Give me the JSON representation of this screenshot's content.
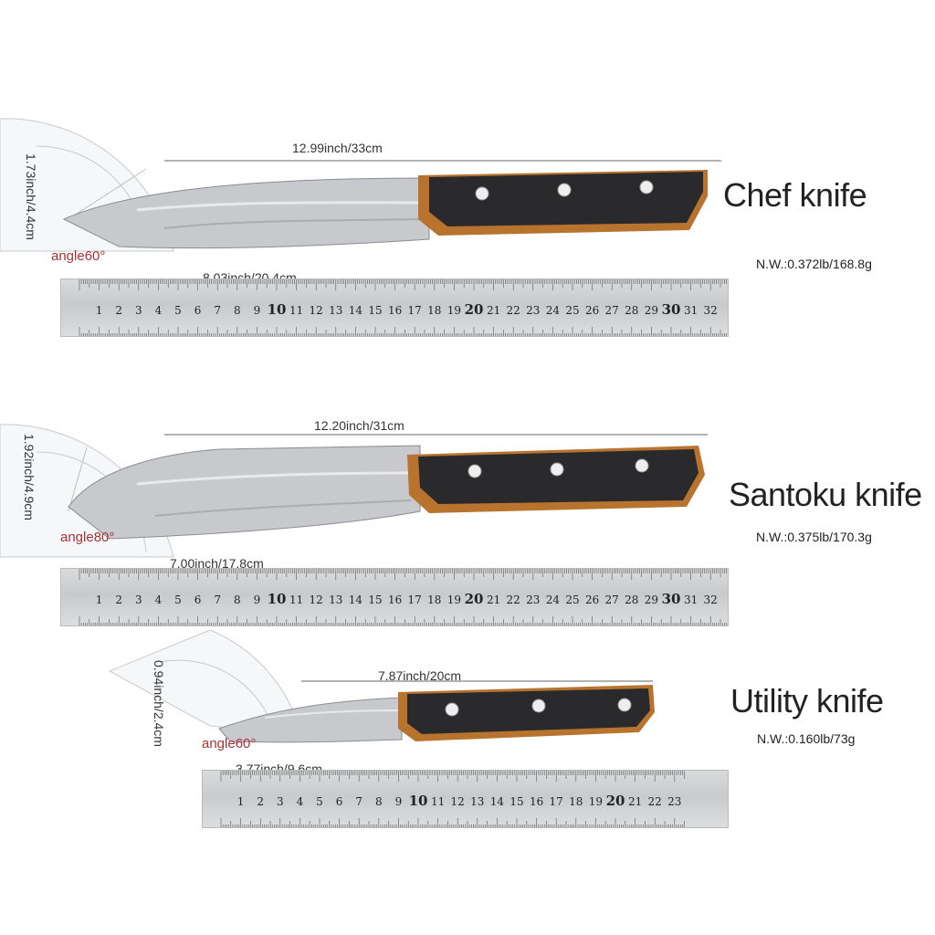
{
  "knives": [
    {
      "name": "Chef knife",
      "net_weight": "N.W.:0.372lb/168.8g",
      "total_length": "12.99inch/33cm",
      "blade_length": "8.03inch/20.4cm",
      "blade_height": "1.73inch/4.4cm",
      "angle": "angle60°",
      "ruler_max": 33
    },
    {
      "name": "Santoku knife",
      "net_weight": "N.W.:0.375lb/170.3g",
      "total_length": "12.20inch/31cm",
      "blade_length": "7.00inch/17.8cm",
      "blade_height": "1.92inch/4.9cm",
      "angle": "angle80°",
      "ruler_max": 33
    },
    {
      "name": "Utility knife",
      "net_weight": "N.W.:0.160lb/73g",
      "total_length": "7.87inch/20cm",
      "blade_length": "3.77inch/9.6cm",
      "blade_height": "0.94inch/2.4cm",
      "angle": "angle60°",
      "ruler_max": 23
    }
  ],
  "colors": {
    "handle_dark": "#2a2a2c",
    "handle_wood": "#b8732e",
    "blade": "#c7c9cc",
    "ruler": "#d2d3d5",
    "angle_text": "#a83232"
  }
}
